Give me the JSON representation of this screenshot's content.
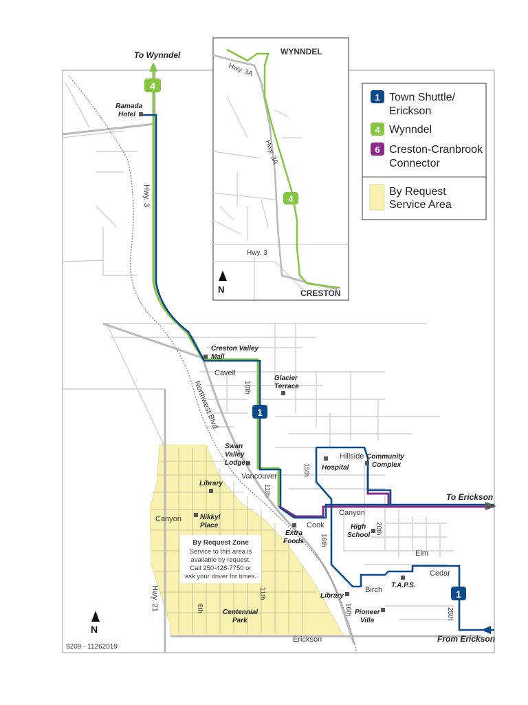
{
  "map": {
    "id_code": "9209 - 11262019",
    "north": "N",
    "to_wynndel": "To Wynndel",
    "to_erickson": "To Erickson",
    "from_erickson": "From Erickson"
  },
  "inset": {
    "wynndel": "WYNNDEL",
    "creston": "CRESTON",
    "hwy3a_top": "Hwy. 3A",
    "hwy3a_mid": "Hwy. 3A",
    "hwy3": "Hwy. 3",
    "route_num": "4",
    "north": "N"
  },
  "legend": {
    "items": [
      {
        "num": "1",
        "label_1": "Town Shuttle/",
        "label_2": "Erickson",
        "color": "#0b4a8b"
      },
      {
        "num": "4",
        "label_1": "Wynndel",
        "label_2": "",
        "color": "#86c540"
      },
      {
        "num": "6",
        "label_1": "Creston-Cranbrook",
        "label_2": "Connector",
        "color": "#8a2a8a"
      }
    ],
    "request_1": "By Request",
    "request_2": "Service Area",
    "request_color": "#f8f1b0"
  },
  "streets": {
    "hwy3": "Hwy. 3",
    "northwest": "Northwest Blvd.",
    "hwy21": "Hwy. 21",
    "cavell": "Cavell",
    "tenth": "10th",
    "eleventh": "11th",
    "eleventh_b": "11th",
    "vancouver": "Vancouver",
    "canyon_w": "Canyon",
    "canyon_e": "Canyon",
    "cook": "Cook",
    "hillside": "Hillside",
    "fifteenth": "15th",
    "sixteenth": "16th",
    "sixteenth_b": "16th",
    "twentieth": "20th",
    "elm": "Elm",
    "cedar": "Cedar",
    "birch": "Birch",
    "twentyfifth": "25th",
    "sixth": "6th",
    "erickson": "Erickson"
  },
  "places": {
    "ramada_1": "Ramada",
    "ramada_2": "Hotel",
    "mall_1": "Creston Valley",
    "mall_2": "Mall",
    "glacier_1": "Glacier",
    "glacier_2": "Terrace",
    "swan_1": "Swan",
    "swan_2": "Valley",
    "swan_3": "Lodge",
    "library_w": "Library",
    "nikkyl_1": "Nikkyl",
    "nikkyl_2": "Place",
    "extra_1": "Extra",
    "extra_2": "Foods",
    "hospital": "Hospital",
    "community_1": "Community",
    "community_2": "Complex",
    "high_1": "High",
    "high_2": "School",
    "taps": "T.A.P.S.",
    "library_e": "Library",
    "pioneer_1": "Pioneer",
    "pioneer_2": "Villa",
    "centennial_1": "Centennial",
    "centennial_2": "Park"
  },
  "request_zone": {
    "title": "By Request Zone",
    "line_1": "Service to this area is",
    "line_2": "available by request.",
    "line_3": "Call 250-428-7750 or",
    "line_4": "ask your driver for times."
  },
  "route_badges": {
    "route_4_main": "4",
    "route_1_mid": "1",
    "route_1_east": "1"
  }
}
